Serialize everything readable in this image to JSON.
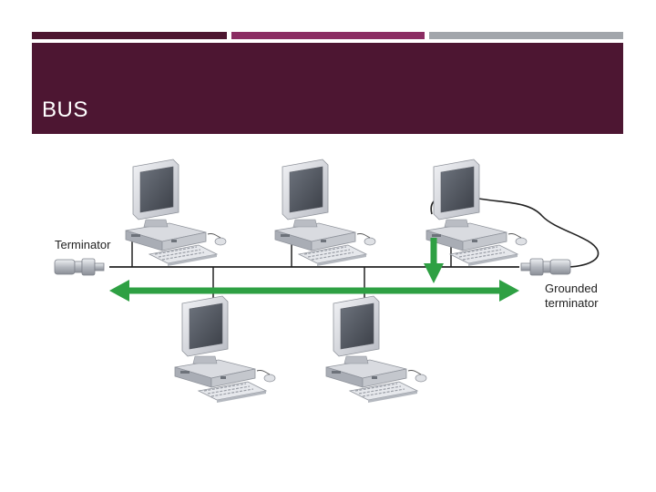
{
  "slide": {
    "title": "BUS"
  },
  "diagram": {
    "labels": {
      "terminator": "Terminator",
      "grounded_line1": "Grounded",
      "grounded_line2": "terminator"
    },
    "colors": {
      "arrow": "#2ea043",
      "bus": "#222222",
      "accent_dark": "#4d1632",
      "accent_mid": "#8b2d63",
      "accent_gray": "#a2a6ab"
    }
  }
}
